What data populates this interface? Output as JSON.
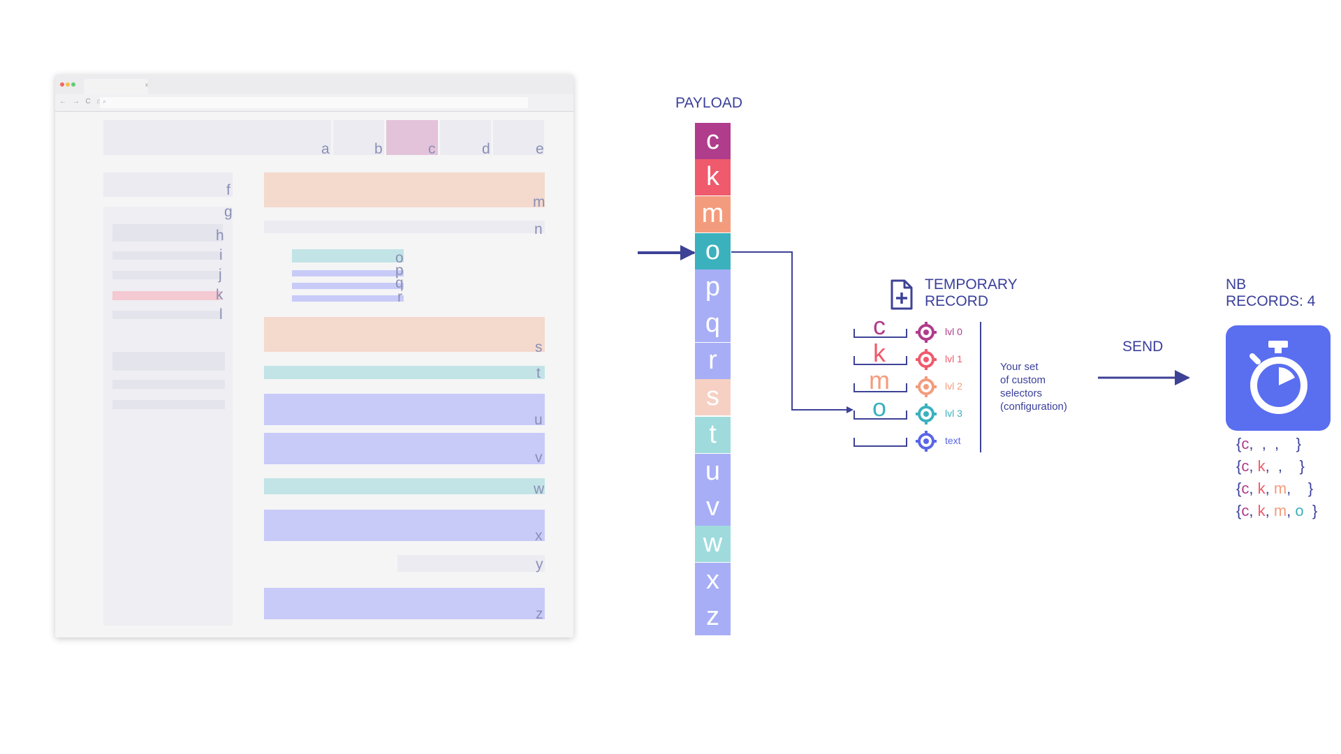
{
  "browser": {
    "tab_close": "x",
    "nav_icons": "← → C ⌂",
    "search_icon": "magnifier-icon",
    "letters": [
      "a",
      "b",
      "c",
      "d",
      "e",
      "f",
      "g",
      "h",
      "i",
      "j",
      "k",
      "l",
      "m",
      "n",
      "o",
      "p",
      "q",
      "r",
      "s",
      "t",
      "u",
      "v",
      "w",
      "x",
      "y",
      "z"
    ],
    "colors": {
      "gray": "#ebebf1",
      "peach": "#f4d9cd",
      "teal": "#c2e4e6",
      "blue": "#c8cbf8",
      "pink": "#f4c9d2",
      "highlight": "#e3c3da"
    }
  },
  "payload": {
    "title": "PAYLOAD",
    "items": [
      {
        "letter": "c",
        "color": "#b03c8c"
      },
      {
        "letter": "k",
        "color": "#ef5a6c"
      },
      {
        "letter": "m",
        "color": "#f39c7d"
      },
      {
        "letter": "o",
        "color": "#3bb1be"
      },
      {
        "letter": "p",
        "color": "#a7aef6"
      },
      {
        "letter": "q",
        "color": "#a7aef6"
      },
      {
        "letter": "r",
        "color": "#a7aef6"
      },
      {
        "letter": "s",
        "color": "#f6d0c3"
      },
      {
        "letter": "t",
        "color": "#9fdbdd"
      },
      {
        "letter": "u",
        "color": "#a7aef6"
      },
      {
        "letter": "v",
        "color": "#a7aef6"
      },
      {
        "letter": "w",
        "color": "#9fdbdd"
      },
      {
        "letter": "x",
        "color": "#a7aef6"
      },
      {
        "letter": "z",
        "color": "#a7aef6"
      }
    ]
  },
  "temporary_record": {
    "icon": "file-add-icon",
    "title_line1": "TEMPORARY",
    "title_line2": "RECORD",
    "selectors": [
      {
        "letter": "c",
        "level": "lvl 0",
        "color": "#b03c8c"
      },
      {
        "letter": "k",
        "level": "lvl 1",
        "color": "#ef5a6c"
      },
      {
        "letter": "m",
        "level": "lvl 2",
        "color": "#f39c7d"
      },
      {
        "letter": "o",
        "level": "lvl 3",
        "color": "#3bb1be"
      },
      {
        "letter": "",
        "level": "text",
        "color": "#5a66e6"
      }
    ],
    "note_lines": [
      "Your set",
      "of custom",
      "selectors",
      "(configuration)"
    ]
  },
  "send": {
    "label": "SEND"
  },
  "nb_records": {
    "title_line1": "NB",
    "title_line2": "RECORDS: 4",
    "icon": "stopwatch-icon",
    "icon_color": "#5a6ef0",
    "rows": [
      [
        "c",
        "",
        "",
        ""
      ],
      [
        "c",
        "k",
        "",
        ""
      ],
      [
        "c",
        "k",
        "m",
        ""
      ],
      [
        "c",
        "k",
        "m",
        "o"
      ]
    ],
    "colors": [
      "#b03c8c",
      "#ef5a6c",
      "#f39c7d",
      "#3bb1be"
    ]
  }
}
